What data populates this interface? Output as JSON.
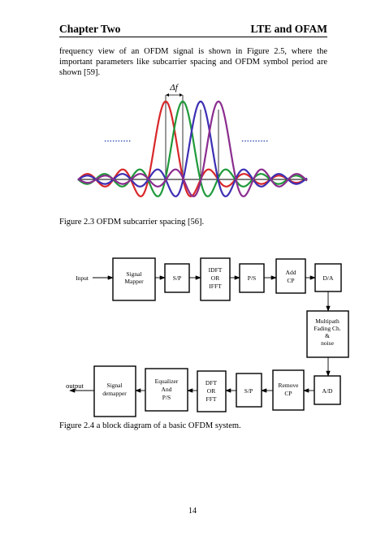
{
  "header": {
    "left": "Chapter Two",
    "right": "LTE and OFAM"
  },
  "intro_text": "frequency view of an OFDM signal is shown in Figure 2.5, where the important parameters like subcarrier spacing and OFDM symbol period are shown [59].",
  "figure1": {
    "delta_label": "Δf",
    "caption": "Figure 2.3 OFDM subcarrier spacing [56].",
    "colors": {
      "red": "#d8282a",
      "green": "#1f9a3a",
      "blue": "#3d2fb3",
      "purple": "#8b2d8f",
      "dots": "#3d57b5"
    }
  },
  "figure2": {
    "input_label": "Input",
    "output_label": "output",
    "blocks": {
      "signal_mapper": [
        "Signal",
        "Mapper"
      ],
      "sp_top": [
        "S/P"
      ],
      "idft": [
        "IDFT",
        "OR",
        "IFFT"
      ],
      "ps_top": [
        "P/S"
      ],
      "add_cp": [
        "Add",
        "CP"
      ],
      "da": [
        "D/A"
      ],
      "channel": [
        "Multipath",
        "Fading Ch.",
        "&",
        "noise"
      ],
      "ad": [
        "A/D"
      ],
      "remove_cp": [
        "Remove",
        "CP"
      ],
      "sp_bottom": [
        "S/P"
      ],
      "dft": [
        "DFT",
        "OR",
        "FFT"
      ],
      "equalizer": [
        "Equalizer",
        "And",
        "P/S"
      ],
      "signal_demapper": [
        "Signal",
        "demapper"
      ]
    },
    "caption": "Figure 2.4 a block diagram of a basic OFDM system."
  },
  "page_number": "14"
}
